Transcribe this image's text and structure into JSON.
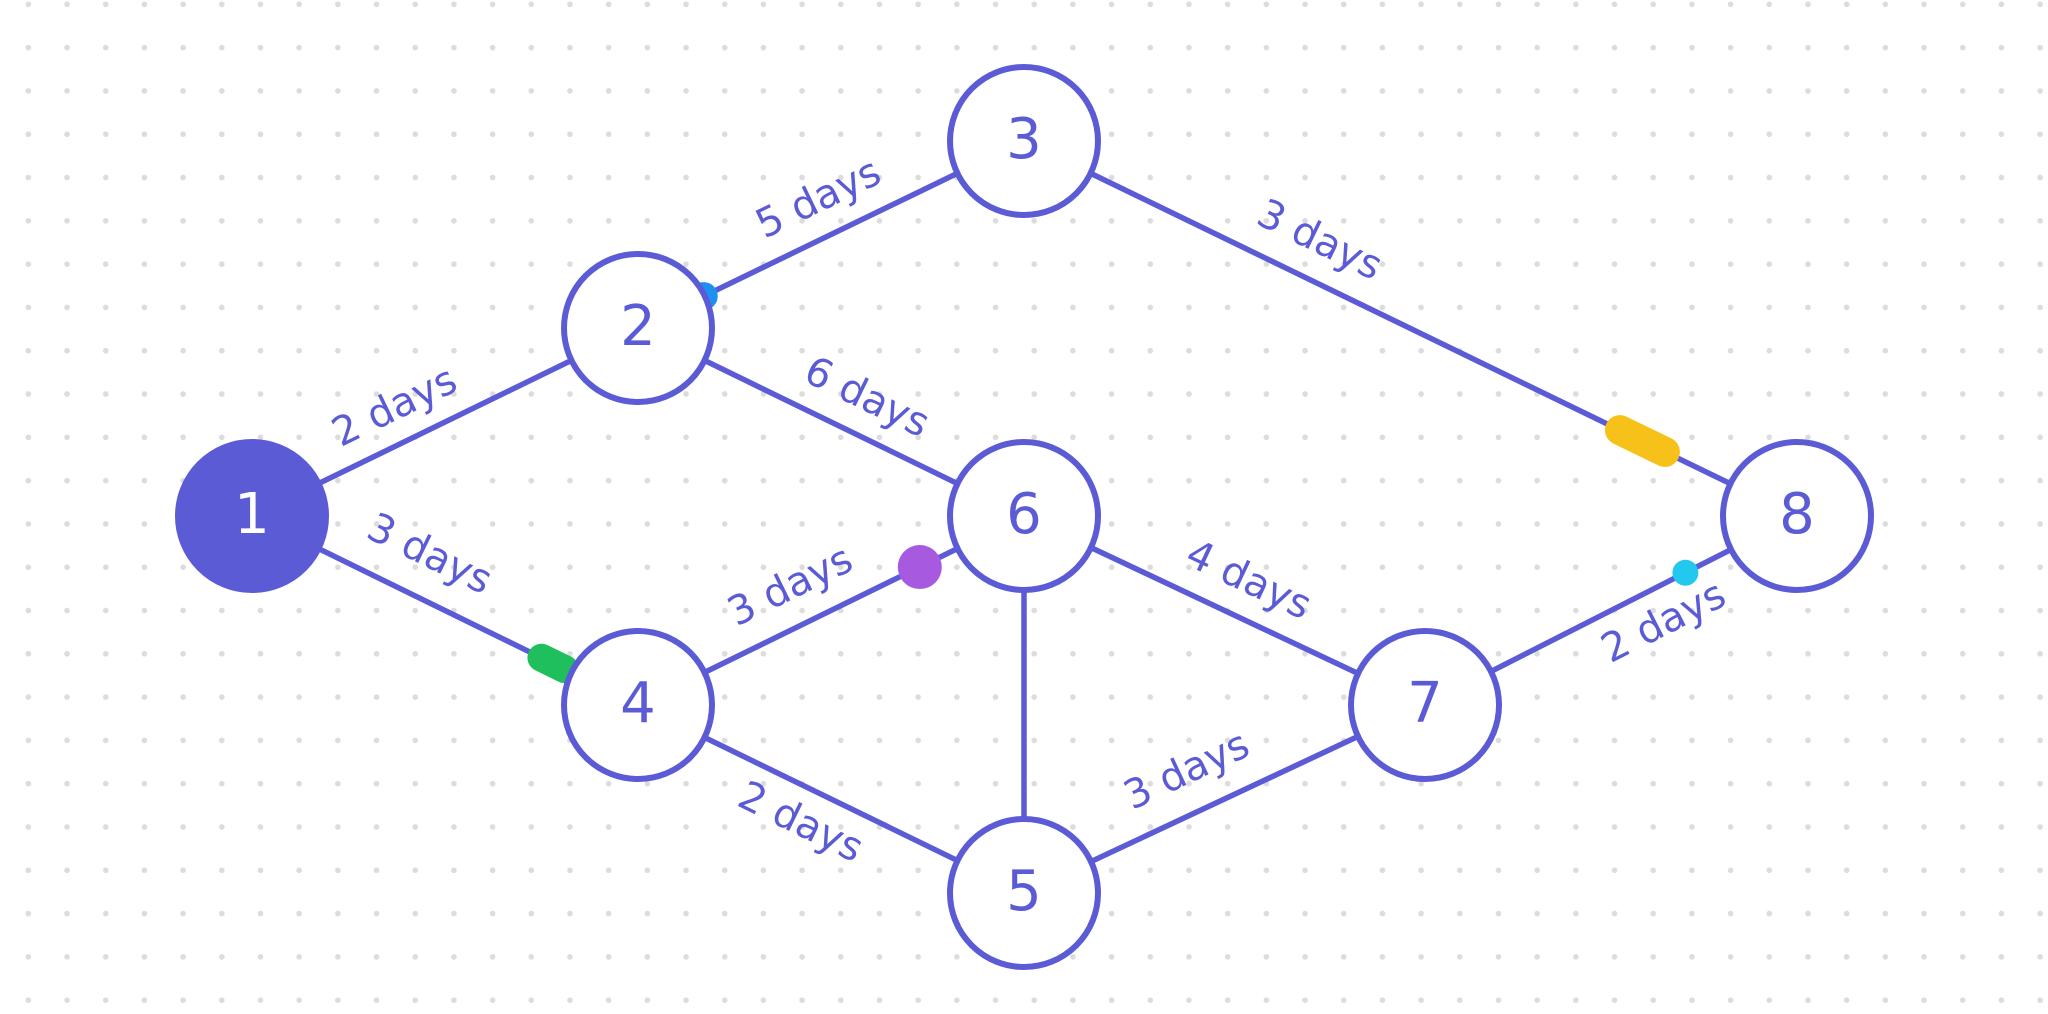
{
  "colors": {
    "primary": "#5b5bd6",
    "marker_blue": "#1e90f0",
    "marker_yellow": "#f6c21a",
    "marker_green": "#1fbf5e",
    "marker_purple": "#a75ae0",
    "marker_cyan": "#22c8ee"
  },
  "nodes": [
    {
      "id": "1",
      "label": "1",
      "filled": true
    },
    {
      "id": "2",
      "label": "2",
      "filled": false
    },
    {
      "id": "3",
      "label": "3",
      "filled": false
    },
    {
      "id": "4",
      "label": "4",
      "filled": false
    },
    {
      "id": "5",
      "label": "5",
      "filled": false
    },
    {
      "id": "6",
      "label": "6",
      "filled": false
    },
    {
      "id": "7",
      "label": "7",
      "filled": false
    },
    {
      "id": "8",
      "label": "8",
      "filled": false
    }
  ],
  "edges": [
    {
      "from": "1",
      "to": "2",
      "label": "2 days"
    },
    {
      "from": "1",
      "to": "4",
      "label": "3 days"
    },
    {
      "from": "2",
      "to": "3",
      "label": "5 days"
    },
    {
      "from": "2",
      "to": "6",
      "label": "6 days"
    },
    {
      "from": "3",
      "to": "8",
      "label": "3 days"
    },
    {
      "from": "4",
      "to": "6",
      "label": "3 days"
    },
    {
      "from": "4",
      "to": "5",
      "label": "2 days"
    },
    {
      "from": "6",
      "to": "5",
      "label": ""
    },
    {
      "from": "6",
      "to": "7",
      "label": "4 days"
    },
    {
      "from": "5",
      "to": "7",
      "label": "3 days"
    },
    {
      "from": "7",
      "to": "8",
      "label": "2 days"
    }
  ],
  "markers": [
    {
      "edge": "2-3",
      "color": "marker_blue",
      "shape": "pill"
    },
    {
      "edge": "3-8",
      "color": "marker_yellow",
      "shape": "pill"
    },
    {
      "edge": "1-4",
      "color": "marker_green",
      "shape": "pill"
    },
    {
      "edge": "4-6",
      "color": "marker_purple",
      "shape": "dot"
    },
    {
      "edge": "7-8",
      "color": "marker_cyan",
      "shape": "dot"
    }
  ]
}
